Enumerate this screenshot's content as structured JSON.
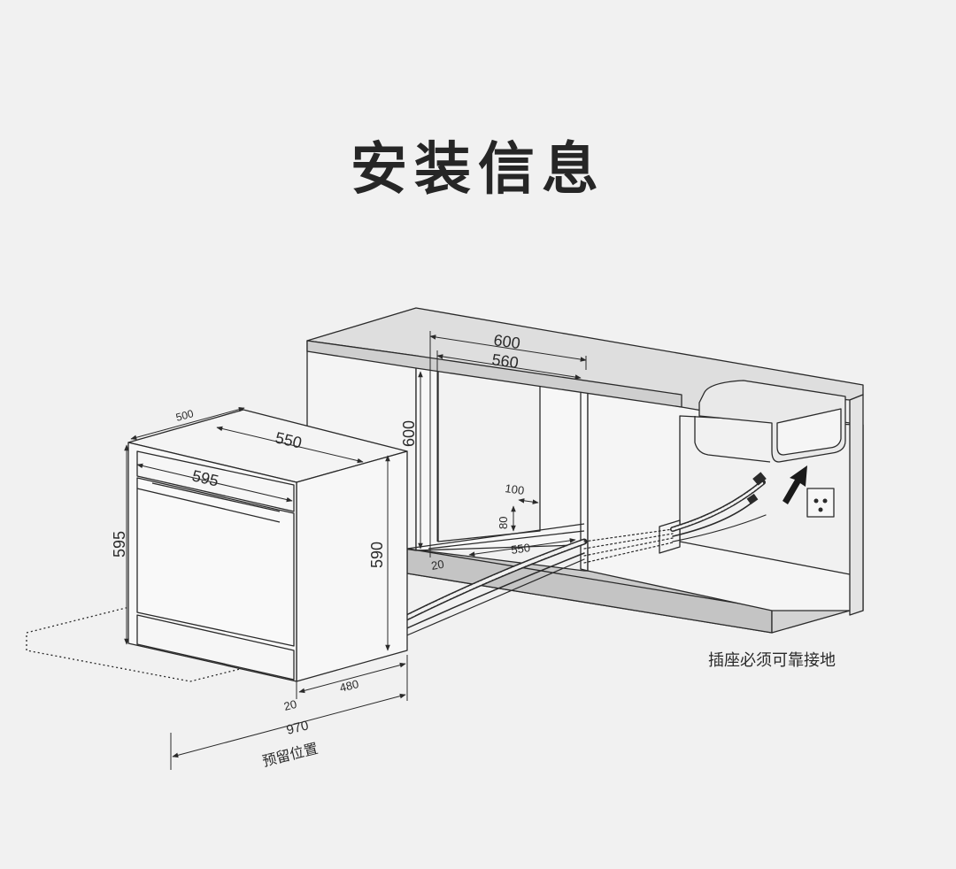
{
  "title": "安装信息",
  "dimensions": {
    "appliance_depth_total": "500",
    "appliance_depth": "550",
    "appliance_width": "595",
    "appliance_height_left": "595",
    "appliance_height_right": "590",
    "appliance_base_depth": "480",
    "appliance_base_offset": "20",
    "reserved_length": "970",
    "cabinet_outer_width": "600",
    "cabinet_inner_width": "560",
    "cabinet_height": "600",
    "cabinet_depth": "550",
    "notch_width": "100",
    "notch_height": "80",
    "cabinet_offset": "20"
  },
  "labels": {
    "reserved_position": "预留位置",
    "socket_note": "插座必须可靠接地"
  },
  "colors": {
    "background": "#f1f1f1",
    "line": "#2a2a2a",
    "counter_top": "#dedede",
    "counter_edge": "#cfcfcf",
    "panel": "#f6f6f6",
    "floor_strip": "#cacaca",
    "arrow": "#1a1a1a"
  }
}
